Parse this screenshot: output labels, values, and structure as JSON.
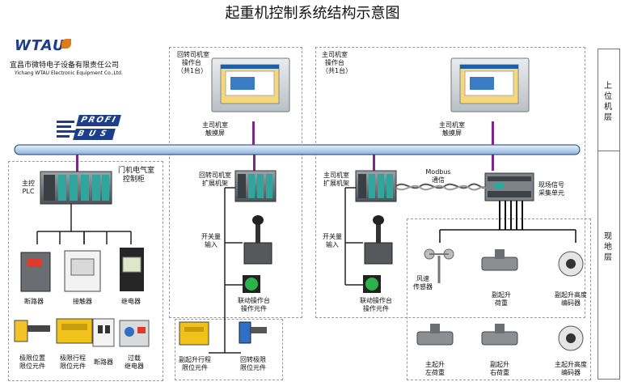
{
  "title": "起重机控制系统结构示意图",
  "company": {
    "logo_text": "WTAU",
    "name_cn": "宜昌市微特电子设备有限责任公司",
    "name_en": "Yichang WTAU Electronic Equipment Co.,Ltd."
  },
  "bus": {
    "line1": "PROFI",
    "line2": "BUS"
  },
  "layers": {
    "upper": "上位机层",
    "field": "现地层"
  },
  "slewing_console": {
    "header": [
      "回转司机室",
      "操作台",
      "（共1台）"
    ],
    "touchscreen": [
      "主司机室",
      "触摸屏"
    ],
    "expansion_rack": [
      "回转司机室",
      "扩展机架"
    ],
    "switch_input": [
      "开关量",
      "输入"
    ],
    "console_element": [
      "联动操作台",
      "操作元件"
    ]
  },
  "main_console": {
    "header": [
      "主司机室",
      "操作台",
      "（共1台）"
    ],
    "touchscreen": [
      "主司机室",
      "触摸屏"
    ],
    "expansion_rack": [
      "主司机室",
      "扩展机架"
    ],
    "switch_input": [
      "开关量",
      "输入"
    ],
    "console_element": [
      "联动操作台",
      "操作元件"
    ]
  },
  "gantry_cabinet": {
    "label": [
      "门机电气室",
      "控制柜"
    ],
    "plc": [
      "主控",
      "PLC"
    ],
    "devices": {
      "breaker": "断路器",
      "contactor": "接触器",
      "relay": "继电器",
      "limit_position": [
        "极限位置",
        "限位元件"
      ],
      "limit_travel": [
        "极限行程",
        "限位元件"
      ],
      "breaker2": "断路器",
      "overload": [
        "过载",
        "继电器"
      ]
    }
  },
  "aux_hoist_limit": [
    "副起升行程",
    "限位元件"
  ],
  "slew_limit": [
    "回转极限",
    "限位元件"
  ],
  "modbus": [
    "Modbus",
    "通信"
  ],
  "field_unit": [
    "现场信号",
    "采集单元"
  ],
  "field_sensors": {
    "wind": [
      "风速",
      "传感器"
    ],
    "aux_hoist_weight": [
      "副起升",
      "荷重"
    ],
    "aux_hoist_encoder": [
      "副起升高度",
      "编码器"
    ],
    "main_left_weight": [
      "主起升",
      "左荷重"
    ],
    "main_right_weight": [
      "副起升",
      "右荷重"
    ],
    "main_encoder": [
      "主起升高度",
      "编码器"
    ]
  },
  "colors": {
    "bus_fill": "#cfe3f5",
    "bus_stroke": "#1f3b6e",
    "link_purple": "#7a2a86",
    "logo_blue": "#1b3f8c",
    "logo_orange": "#e07a1a"
  }
}
